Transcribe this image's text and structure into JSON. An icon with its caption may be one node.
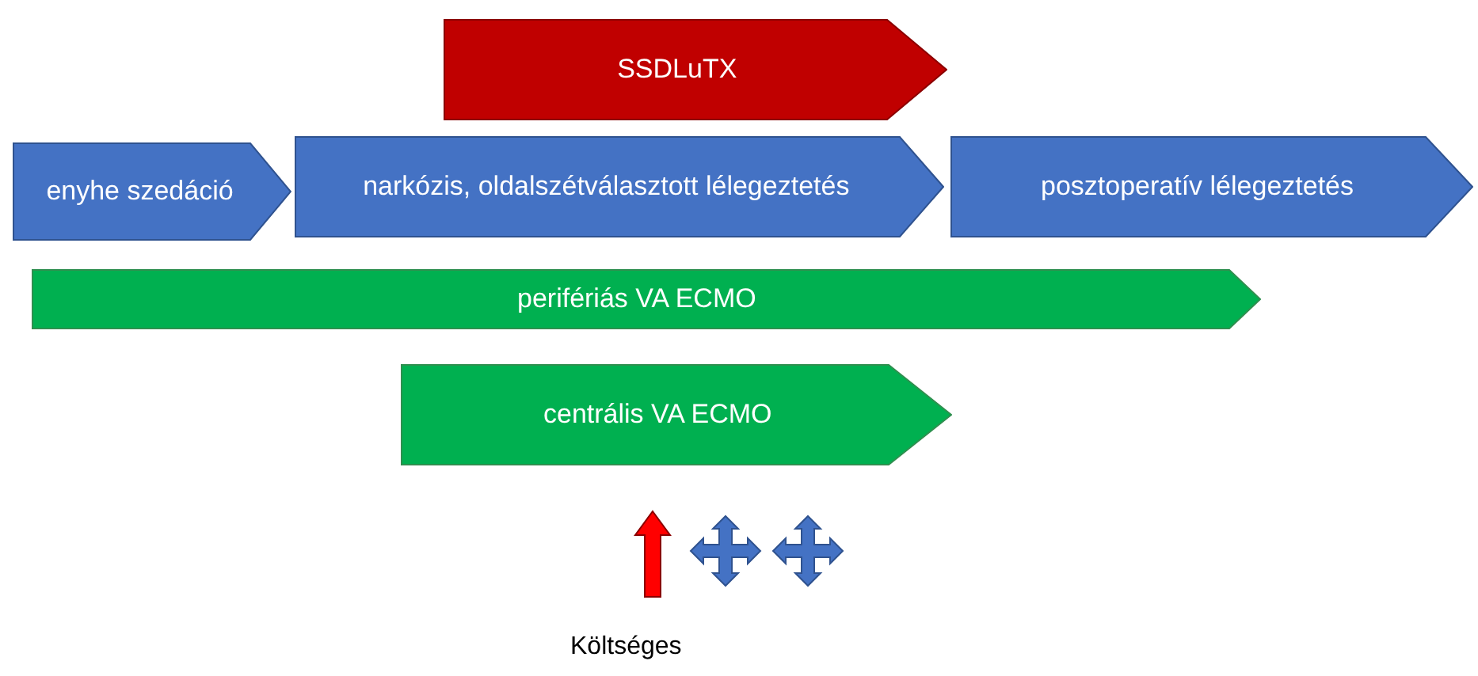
{
  "diagram": {
    "nodes": [
      {
        "text": [
          "SSDLuTX"
        ]
      },
      {
        "text": [
          "enyhe szedáció"
        ]
      },
      {
        "text": [
          "narkózis, oldalszétválasztott lélegeztetés"
        ]
      },
      {
        "text": [
          "posztoperatív lélegeztetés"
        ]
      },
      {
        "text": [
          "perifériás VA ECMO"
        ]
      },
      {
        "text": [
          "centrális VA ECMO"
        ]
      }
    ],
    "labels": [
      "Költséges"
    ]
  }
}
